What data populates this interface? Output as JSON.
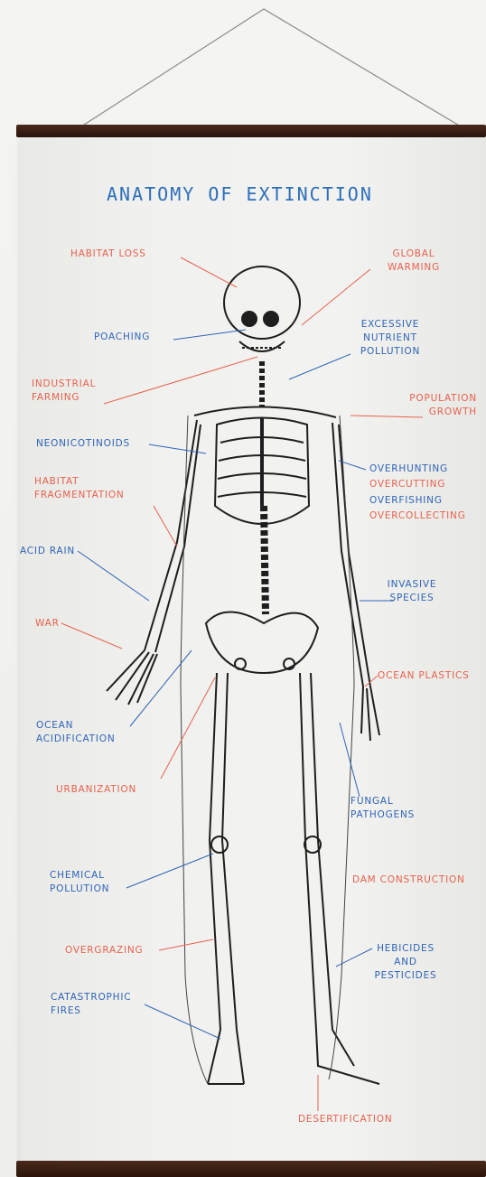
{
  "title": "ANATOMY OF EXTINCTION",
  "colors": {
    "threat_red": "#e8614d",
    "threat_blue": "#2e64b8",
    "rod": "#2a140c"
  },
  "labels": {
    "habitat_loss": "HABITAT LOSS",
    "global_warming": "GLOBAL\nWARMING",
    "poaching": "POACHING",
    "excessive_nutrient_pollution": "EXCESSIVE\nNUTRIENT\nPOLLUTION",
    "industrial_farming": "INDUSTRIAL\nFARMING",
    "population_growth": "POPULATION\nGROWTH",
    "neonicotinoids": "NEONICOTINOIDS",
    "overhunting": "OVERHUNTING",
    "overcutting": "OVERCUTTING",
    "overfishing": "OVERFISHING",
    "overcollecting": "OVERCOLLECTING",
    "habitat_fragmentation": "HABITAT\nFRAGMENTATION",
    "acid_rain": "ACID RAIN",
    "invasive_species": "INVASIVE\nSPECIES",
    "war": "WAR",
    "ocean_plastics": "OCEAN PLASTICS",
    "ocean_acidification": "OCEAN\nACIDIFICATION",
    "urbanization": "URBANIZATION",
    "fungal_pathogens": "FUNGAL\nPATHOGENS",
    "chemical_pollution": "CHEMICAL\nPOLLUTION",
    "dam_construction": "DAM CONSTRUCTION",
    "overgrazing": "OVERGRAZING",
    "hebicides_and_pesticides": "HEBICIDES\nAND\nPESTICIDES",
    "catastrophic_fires": "CATASTROPHIC\nFIRES",
    "desertification": "DESERTIFICATION"
  }
}
